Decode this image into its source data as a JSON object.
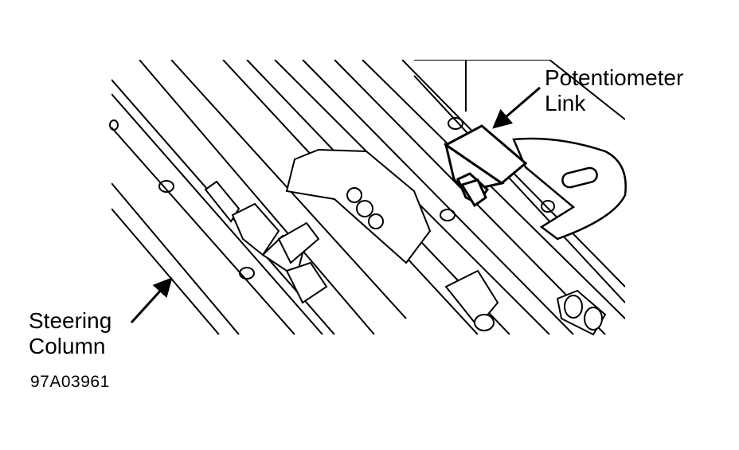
{
  "labels": {
    "potentiometer_link": "Potentiometer\nLink",
    "steering_column": "Steering\nColumn"
  },
  "figure_id": "97A03961",
  "colors": {
    "ink": "#000000",
    "paper": "#ffffff"
  }
}
